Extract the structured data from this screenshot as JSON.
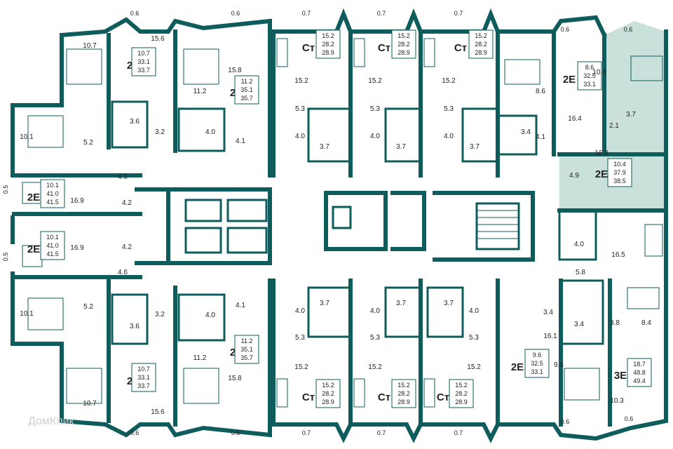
{
  "colors": {
    "wall": "#0f5c5c",
    "highlight": "#b7d5cf",
    "background": "#ffffff"
  },
  "units": [
    {
      "type": "2Е",
      "label": [
        10.7,
        33.1,
        33.7
      ],
      "rooms": [
        "10.7",
        "3.6",
        "3.2",
        "15.6"
      ],
      "balcony": "0.6"
    },
    {
      "type": "2Е",
      "label": [
        11.2,
        35.1,
        35.7
      ],
      "rooms": [
        "11.2",
        "4.0",
        "4.1",
        "15.8"
      ],
      "balcony": "0.6"
    },
    {
      "type": "Ст",
      "label": [
        15.2,
        28.2,
        28.9
      ],
      "rooms": [
        "15.2",
        "5.3",
        "4.0",
        "3.7"
      ],
      "balcony": "0.7"
    },
    {
      "type": "Ст",
      "label": [
        15.2,
        28.2,
        28.9
      ],
      "rooms": [
        "15.2",
        "5.3",
        "4.0",
        "3.7"
      ],
      "balcony": "0.7"
    },
    {
      "type": "Ст",
      "label": [
        15.2,
        28.2,
        28.9
      ],
      "rooms": [
        "15.2",
        "5.3",
        "4.0",
        "3.7"
      ],
      "balcony": "0.7"
    },
    {
      "type": "2Е",
      "label": [
        8.6,
        32.5,
        33.1
      ],
      "rooms": [
        "8.6",
        "3.4",
        "4.1",
        "16.4"
      ],
      "balcony": "0.6"
    },
    {
      "type": "2Е",
      "label": [
        10.4,
        37.9,
        38.5
      ],
      "rooms": [
        "10.4",
        "3.7",
        "2.1",
        "16.8",
        "4.9"
      ],
      "balcony": "0.6",
      "highlight": true
    },
    {
      "type": "2Е",
      "label": [
        10.1,
        41.0,
        41.5
      ],
      "rooms": [
        "10.1",
        "5.2",
        "16.9",
        "4.2",
        "4.6"
      ],
      "balcony": "0.5"
    },
    {
      "type": "2Е",
      "label": [
        10.1,
        41.0,
        41.5
      ],
      "rooms": [
        "10.1",
        "5.2",
        "16.9",
        "4.2",
        "4.6"
      ],
      "balcony": "0.5"
    },
    {
      "type": "2Е",
      "label": [
        10.7,
        33.1,
        33.7
      ],
      "rooms": [
        "10.7",
        "3.6",
        "3.2",
        "15.6"
      ],
      "balcony": "0.6"
    },
    {
      "type": "2Е",
      "label": [
        11.2,
        35.1,
        35.7
      ],
      "rooms": [
        "11.2",
        "4.0",
        "4.1",
        "15.8"
      ],
      "balcony": "0.6"
    },
    {
      "type": "Ст",
      "label": [
        15.2,
        28.2,
        28.9
      ],
      "rooms": [
        "15.2",
        "5.3",
        "4.0",
        "3.7"
      ],
      "balcony": "0.7"
    },
    {
      "type": "Ст",
      "label": [
        15.2,
        28.2,
        28.9
      ],
      "rooms": [
        "15.2",
        "5.3",
        "4.0",
        "3.7"
      ],
      "balcony": "0.7"
    },
    {
      "type": "Ст",
      "label": [
        15.2,
        28.2,
        28.9
      ],
      "rooms": [
        "15.2",
        "5.3",
        "4.0",
        "3.7"
      ],
      "balcony": "0.7"
    },
    {
      "type": "2Е",
      "label": [
        9.6,
        32.5,
        33.1
      ],
      "rooms": [
        "9.6",
        "3.4",
        "16.1"
      ],
      "balcony": "0.6"
    },
    {
      "type": "3Е",
      "label": [
        18.7,
        48.8,
        49.4
      ],
      "rooms": [
        "8.4",
        "3.4",
        "3.8",
        "16.5",
        "5.8",
        "4.0",
        "10.3"
      ],
      "balcony": "0.6"
    }
  ],
  "watermark": "ДомКлик"
}
